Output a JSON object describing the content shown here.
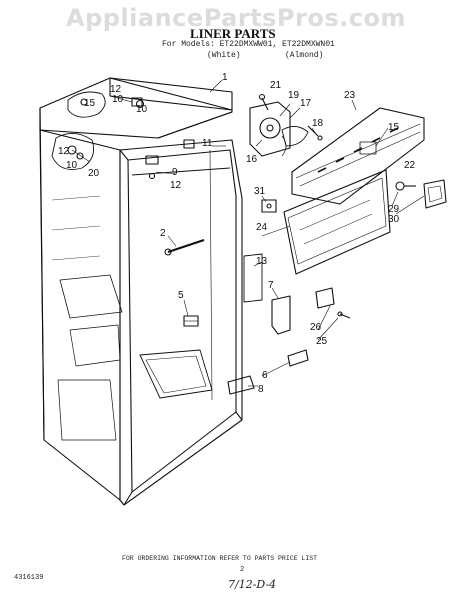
{
  "header": {
    "watermark": "AppliancePartsPros.com",
    "title": "LINER PARTS",
    "models_line": "For Models: ET22DMXWW01, ET22DMXWN01",
    "variant_white": "(White)",
    "variant_almond": "(Almond)"
  },
  "callouts": {
    "c1": "1",
    "c2": "2",
    "c5": "5",
    "c6": "6",
    "c7": "7",
    "c8": "8",
    "c9": "9",
    "c10a": "10",
    "c10b": "10",
    "c10c": "10",
    "c11": "11",
    "c12a": "12",
    "c12b": "12",
    "c12c": "12",
    "c13": "13",
    "c15a": "15",
    "c15b": "15",
    "c16": "16",
    "c17": "17",
    "c18": "18",
    "c19": "19",
    "c20": "20",
    "c21": "21",
    "c22": "22",
    "c23": "23",
    "c24": "24",
    "c25": "25",
    "c26": "26",
    "c29": "29",
    "c30": "30",
    "c31": "31"
  },
  "footer": {
    "ordering": "FOR ORDERING INFORMATION REFER TO PARTS PRICE LIST",
    "page": "2",
    "doc_number": "4316139",
    "handwritten": "7/12-D-4"
  }
}
